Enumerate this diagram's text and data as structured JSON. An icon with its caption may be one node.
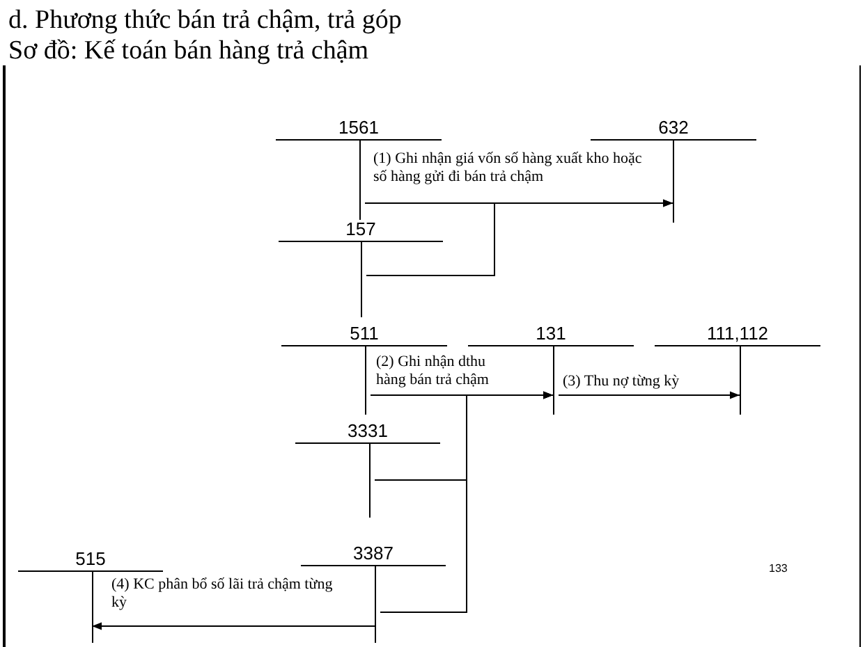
{
  "diagram": {
    "title": "d. Phương thức bán trả chậm, trả góp",
    "nodes": [
      {
        "text": [
          "1561"
        ]
      },
      {
        "text": [
          "632"
        ]
      },
      {
        "text": [
          "157"
        ]
      },
      {
        "text": [
          "511"
        ]
      },
      {
        "text": [
          "131"
        ]
      },
      {
        "text": [
          "111,112"
        ]
      },
      {
        "text": [
          "3331"
        ]
      },
      {
        "text": [
          "515"
        ]
      },
      {
        "text": [
          "3387"
        ]
      }
    ],
    "edges": [
      {
        "from": 0,
        "to": 1,
        "arrow": "to",
        "label": "(1) Ghi nhận giá vốn số hàng xuất kho hoặc số hàng gửi đi bán trả chậm"
      },
      {
        "from": 2,
        "to": 1,
        "arrow": "to"
      },
      {
        "from": 3,
        "to": 4,
        "arrow": "to",
        "label": "(2) Ghi nhận dthu hàng bán trả chậm"
      },
      {
        "from": 6,
        "to": 4,
        "arrow": "to"
      },
      {
        "from": 8,
        "to": 4,
        "arrow": "to"
      },
      {
        "from": 4,
        "to": 5,
        "arrow": "to",
        "label": "(3) Thu nợ từng kỳ"
      },
      {
        "from": 8,
        "to": 7,
        "arrow": "to",
        "label": "(4) KC phân bổ số lãi trả chậm từng kỳ"
      }
    ],
    "labels": [
      "Sơ đồ: Kế toán bán hàng trả chậm",
      "133"
    ]
  }
}
